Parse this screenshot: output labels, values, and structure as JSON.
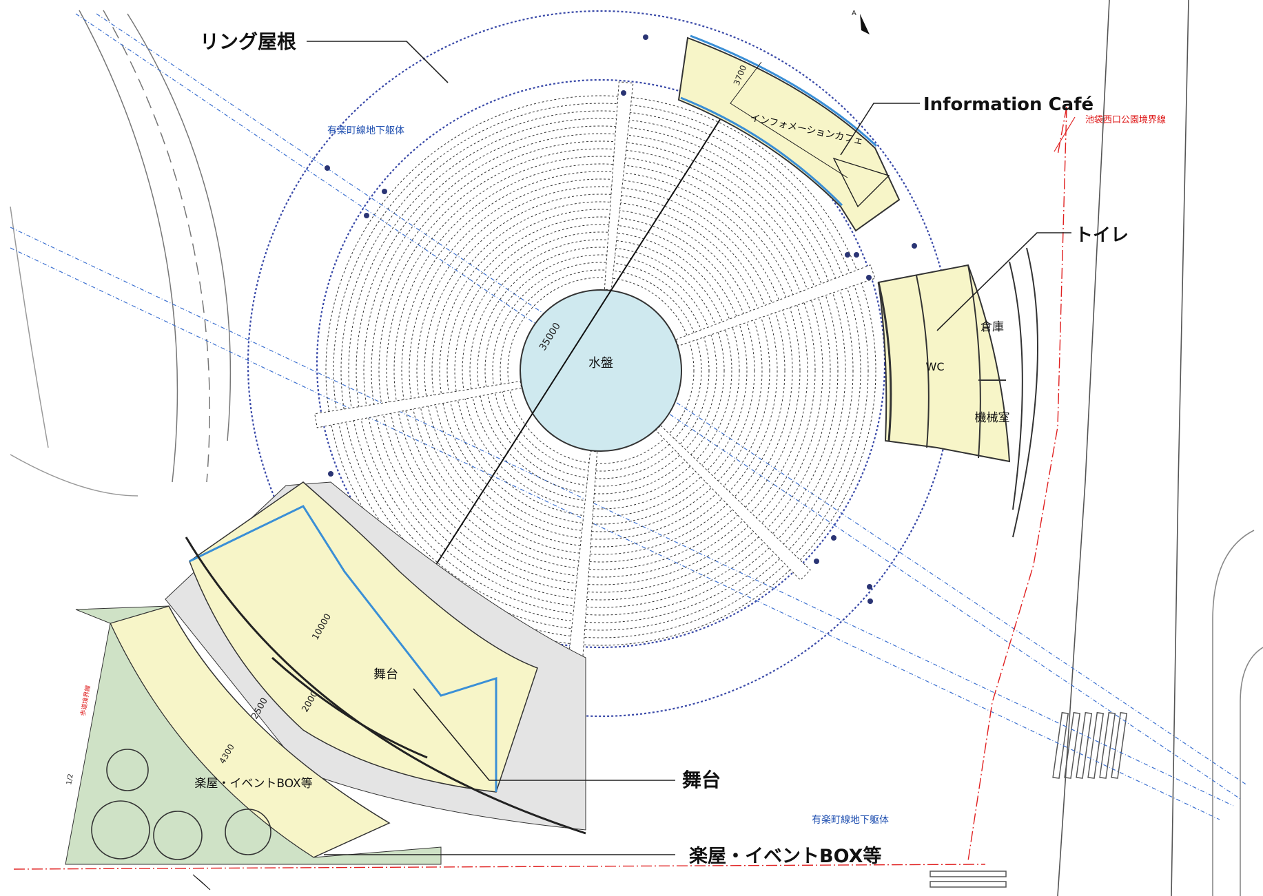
{
  "callouts": {
    "ring_roof": "リング屋根",
    "info_cafe": "Information Café",
    "toilet": "トイレ",
    "stage": "舞台",
    "dressing": "楽屋・イベントBOX等"
  },
  "rooms": {
    "water_basin": "水盤",
    "info_cafe_jp": "インフォメーションカフェ",
    "storage": "倉庫",
    "wc": "WC",
    "machine_room": "機械室",
    "stage": "舞台",
    "dressing_box": "楽屋・イベントBOX等"
  },
  "notes": {
    "subway_top": "有楽町線地下躯体",
    "subway_bottom": "有楽町線地下躯体",
    "park_boundary": "池袋西口公園境界線",
    "side_red": "歩道境界線"
  },
  "dimensions": {
    "diameter": "35000",
    "cafe_depth": "3700",
    "stage_depth": "10000",
    "d2000": "2000",
    "d2500": "2500",
    "d4300": "4300",
    "d1_2": "1/2"
  },
  "colors": {
    "building_fill": "#f7f5c8",
    "water_fill": "#cfe9ef",
    "green_fill": "#cfe2c6",
    "grey_fill": "#e4e4e4",
    "ring_dash": "#3949a8",
    "blue_line": "#3a8fd6",
    "red_line": "#e02020"
  },
  "icons": [
    "north-arrow-icon",
    "north-arrow-icon",
    "tree-icon"
  ]
}
